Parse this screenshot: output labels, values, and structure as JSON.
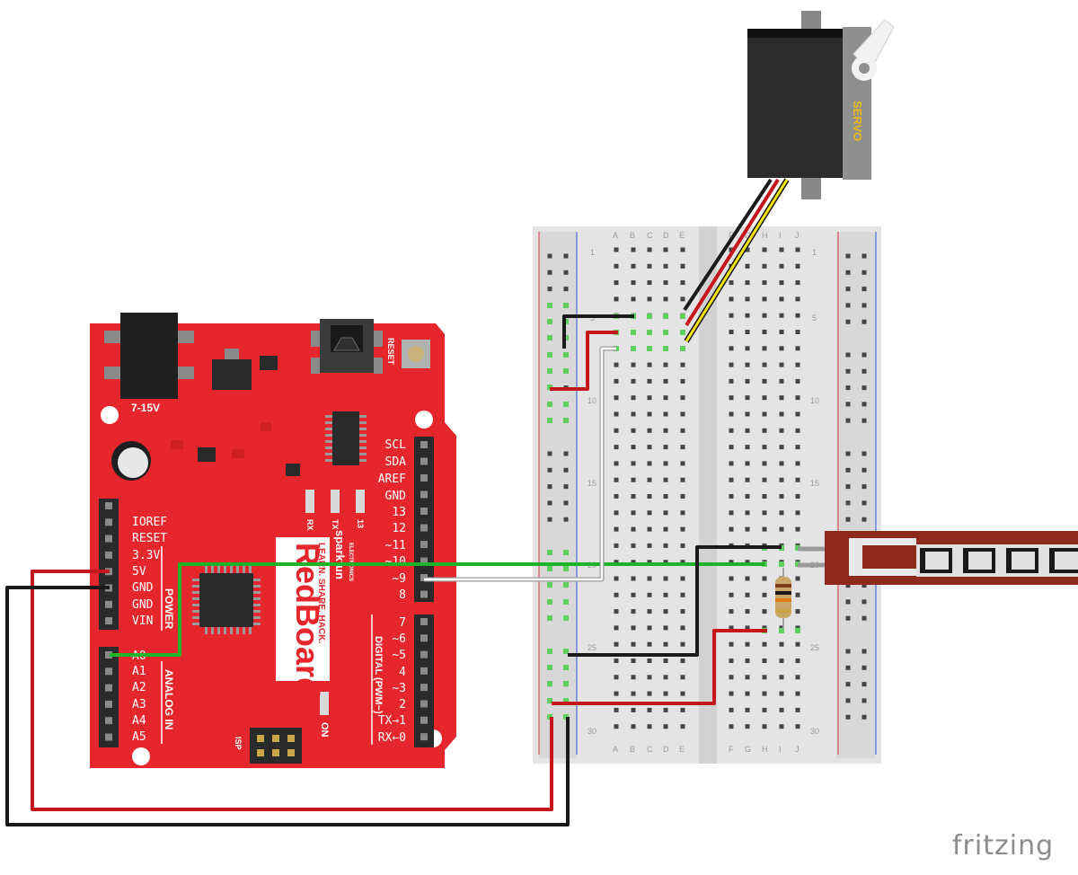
{
  "redboard": {
    "power_jack_label": "7-15V",
    "reset_label": "RESET",
    "brand_small": "sparkfun",
    "brand_small2": "ELECTRONICS",
    "brand_big": "RedBoard",
    "tagline": "LEARN. SHARE. HACK.",
    "rx_label": "RX",
    "tx_label": "TX",
    "pin13_led_label": "13",
    "on_label": "ON",
    "isp_label": "ISP",
    "power_group_label": "POWER",
    "analog_group_label": "ANALOG IN",
    "digital_group_label": "DIGITAL (PWM~)",
    "power_pins": [
      "IOREF",
      "RESET",
      "3.3V",
      "5V",
      "GND",
      "GND",
      "VIN"
    ],
    "analog_pins": [
      "A0",
      "A1",
      "A2",
      "A3",
      "A4",
      "A5"
    ],
    "digital_top_pins": [
      "SCL",
      "SDA",
      "AREF",
      "GND",
      "13",
      "12",
      "~11",
      "~10",
      "~9",
      "8"
    ],
    "digital_bottom_pins": [
      "7",
      "~6",
      "~5",
      "4",
      "~3",
      "2",
      "TX→1",
      "RX←0"
    ]
  },
  "breadboard": {
    "column_letters_left": [
      "A",
      "B",
      "C",
      "D",
      "E"
    ],
    "column_letters_right": [
      "F",
      "G",
      "H",
      "I",
      "J"
    ],
    "row_numbers": [
      "1",
      "5",
      "10",
      "15",
      "20",
      "25",
      "30"
    ]
  },
  "servo": {
    "label": "SERVO"
  },
  "watermark": "fritzing",
  "colors": {
    "board_red": "#e5262c",
    "wire_red": "#c4161c",
    "wire_black": "#1a1a1a",
    "wire_green": "#1cb52a",
    "wire_white": "#ffffff",
    "wire_yellow": "#f2e30a",
    "servo_body": "#2b2b2b",
    "flex_sensor": "#8e2a1d"
  }
}
